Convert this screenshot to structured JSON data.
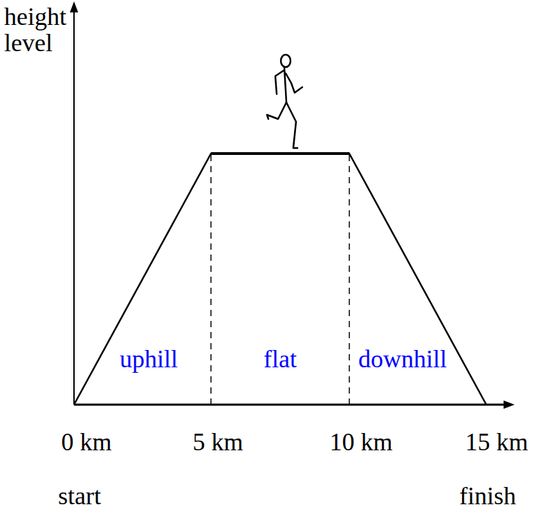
{
  "diagram": {
    "labels": [
      "height level",
      "uphill",
      "flat",
      "downhill",
      "0 km",
      "5 km",
      "10 km",
      "15 km",
      "start",
      "finish"
    ]
  }
}
